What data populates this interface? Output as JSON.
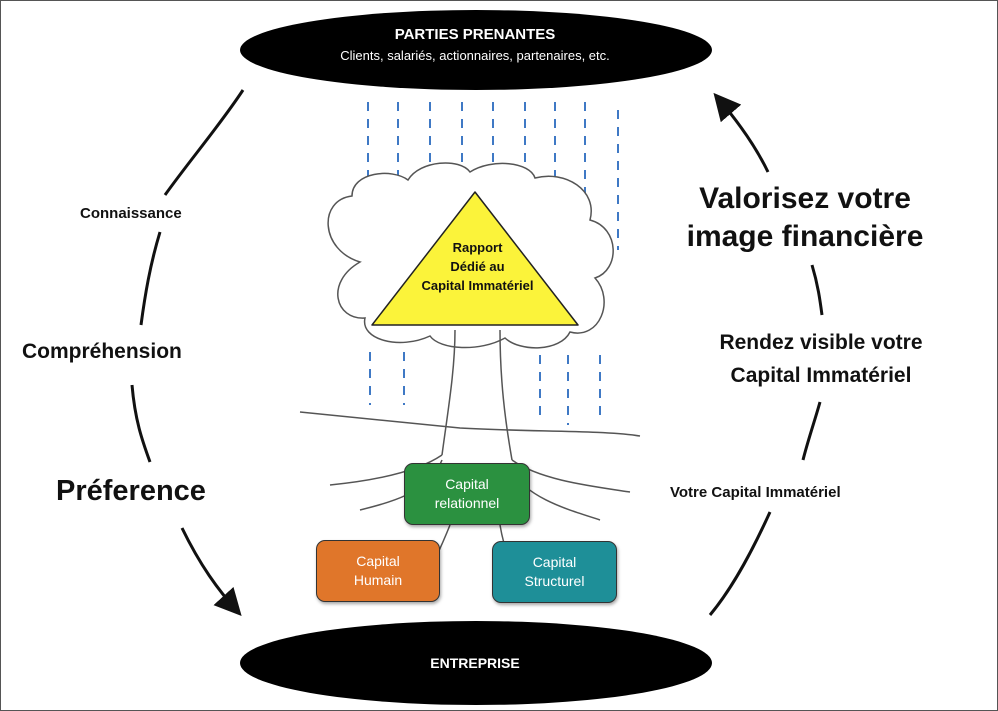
{
  "stakeholders": {
    "title": "PARTIES PRENANTES",
    "subtitle": "Clients, salariés, actionnaires, partenaires, etc."
  },
  "company": {
    "title": "ENTREPRISE"
  },
  "left_cycle": {
    "knowledge": "Connaissance",
    "understanding": "Compréhension",
    "preference": "Préference"
  },
  "right_cycle": {
    "valorize_line1": "Valorisez votre",
    "valorize_line2": "image financière",
    "visible_line1": "Rendez visible votre",
    "visible_line2": "Capital Immatériel",
    "your_capital": "Votre Capital Immatériel"
  },
  "report": {
    "line1": "Rapport",
    "line2": "Dédié au",
    "line3": "Capital Immatériel"
  },
  "capitals": {
    "relational_line1": "Capital",
    "relational_line2": "relationnel",
    "human_line1": "Capital",
    "human_line2": "Humain",
    "structural_line1": "Capital",
    "structural_line2": "Structurel"
  },
  "colors": {
    "ellipse": "#000000",
    "triangle": "#fbf33a",
    "relational": "#2b9140",
    "human": "#e0762a",
    "structural": "#1e8f98",
    "rain": "#3f79c5"
  },
  "icons": [
    "arrow-down-right-icon",
    "arrow-up-right-icon",
    "tree-illustration",
    "rain-lines"
  ]
}
